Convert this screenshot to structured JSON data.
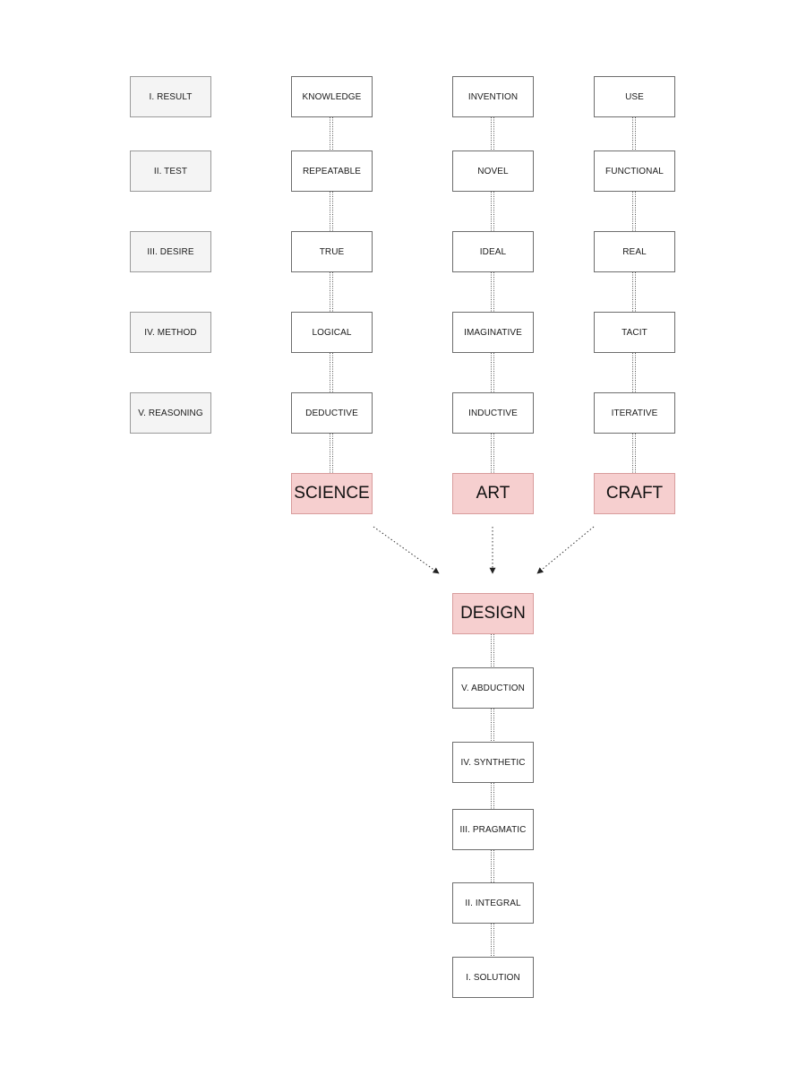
{
  "colors": {
    "box_fill": "#ffffff",
    "label_fill": "#f4f4f4",
    "highlight_fill": "#f6cfcf",
    "border": "#6e6e6e",
    "connector": "#555555"
  },
  "row_labels": [
    "I. RESULT",
    "II. TEST",
    "III. DESIRE",
    "IV. METHOD",
    "V. REASONING"
  ],
  "science": {
    "items": [
      "KNOWLEDGE",
      "REPEATABLE",
      "TRUE",
      "LOGICAL",
      "DEDUCTIVE"
    ],
    "title": "SCIENCE"
  },
  "art": {
    "items": [
      "INVENTION",
      "NOVEL",
      "IDEAL",
      "IMAGINATIVE",
      "INDUCTIVE"
    ],
    "title": "ART"
  },
  "craft": {
    "items": [
      "USE",
      "FUNCTIONAL",
      "REAL",
      "TACIT",
      "ITERATIVE"
    ],
    "title": "CRAFT"
  },
  "design": {
    "title": "DESIGN",
    "items": [
      "V. ABDUCTION",
      "IV. SYNTHETIC",
      "III. PRAGMATIC",
      "II. INTEGRAL",
      "I. SOLUTION"
    ]
  }
}
